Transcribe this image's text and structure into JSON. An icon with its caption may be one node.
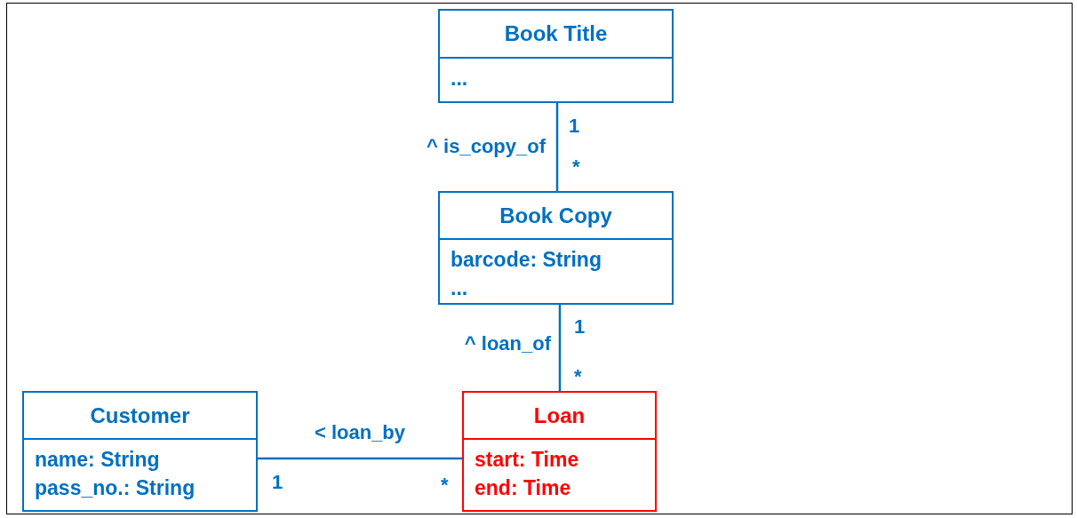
{
  "diagram": {
    "nodes": [
      {
        "text": [
          "Book Title",
          "..."
        ]
      },
      {
        "text": [
          "Book Copy",
          "barcode: String",
          "..."
        ]
      },
      {
        "text": [
          "Customer",
          "name: String",
          "pass_no.: String"
        ]
      },
      {
        "text": [
          "Loan",
          "start: Time",
          "end: Time"
        ]
      }
    ],
    "edges": [
      {
        "from": 0,
        "to": 1,
        "arrow": "none",
        "label": "^ is_copy_of"
      },
      {
        "from": 1,
        "to": 3,
        "arrow": "none",
        "label": "^ loan_of"
      },
      {
        "from": 2,
        "to": 3,
        "arrow": "none",
        "label": "< loan_by"
      }
    ],
    "labels": [
      "1",
      "*",
      "1",
      "*",
      "1",
      "*"
    ]
  }
}
